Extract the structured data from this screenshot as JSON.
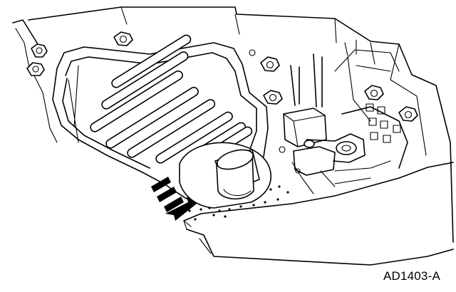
{
  "figure": {
    "id_label": "AD1403-A"
  },
  "parts": [
    {
      "name": "transmission-case"
    },
    {
      "name": "filter-body"
    },
    {
      "name": "filter-neck"
    },
    {
      "name": "valve-body"
    },
    {
      "name": "removal-arrow"
    }
  ]
}
